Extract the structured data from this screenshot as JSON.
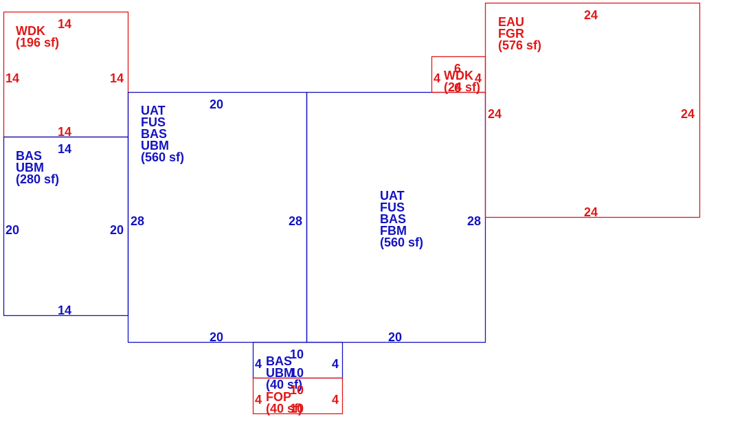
{
  "colors": {
    "living": "#1212c2",
    "accessory": "#e01818"
  },
  "areas": [
    {
      "id": "wdk-196",
      "color": "accessory",
      "labels": [
        "WDK",
        "(196 sf)"
      ],
      "dimensions": {
        "top": "14",
        "bottom": "14",
        "left": "14",
        "right": "14"
      }
    },
    {
      "id": "bas-ubm-280",
      "color": "living",
      "labels": [
        "BAS",
        "UBM",
        "(280 sf)"
      ],
      "dimensions": {
        "top": "14",
        "bottom": "14",
        "left": "20",
        "right": "20"
      }
    },
    {
      "id": "uat-fus-bas-ubm-560",
      "color": "living",
      "labels": [
        "UAT",
        "FUS",
        "BAS",
        "UBM",
        "(560 sf)"
      ],
      "dimensions": {
        "top": "20",
        "bottom": "20",
        "left": "28",
        "right": "28"
      }
    },
    {
      "id": "uat-fus-bas-fbm-560",
      "color": "living",
      "labels": [
        "UAT",
        "FUS",
        "BAS",
        "FBM",
        "(560 sf)"
      ],
      "dimensions": {
        "bottom": "20",
        "right": "28"
      }
    },
    {
      "id": "wdk-24",
      "color": "accessory",
      "labels": [
        "WDK",
        "(24 sf)"
      ],
      "dimensions": {
        "top": "6",
        "bottom": "6",
        "left": "4",
        "right": "4"
      }
    },
    {
      "id": "eau-fgr-576",
      "color": "accessory",
      "labels": [
        "EAU",
        "FGR",
        "(576 sf)"
      ],
      "dimensions": {
        "top": "24",
        "bottom": "24",
        "left": "24",
        "right": "24"
      }
    },
    {
      "id": "bas-ubm-40",
      "color": "living",
      "labels": [
        "BAS",
        "UBM",
        "(40 sf)"
      ],
      "dimensions": {
        "top": "10",
        "bottom": "10",
        "left": "4",
        "right": "4"
      }
    },
    {
      "id": "fop-40",
      "color": "accessory",
      "labels": [
        "FOP",
        "(40 sf)"
      ],
      "dimensions": {
        "top": "10",
        "bottom": "10",
        "left": "4",
        "right": "4"
      }
    }
  ]
}
